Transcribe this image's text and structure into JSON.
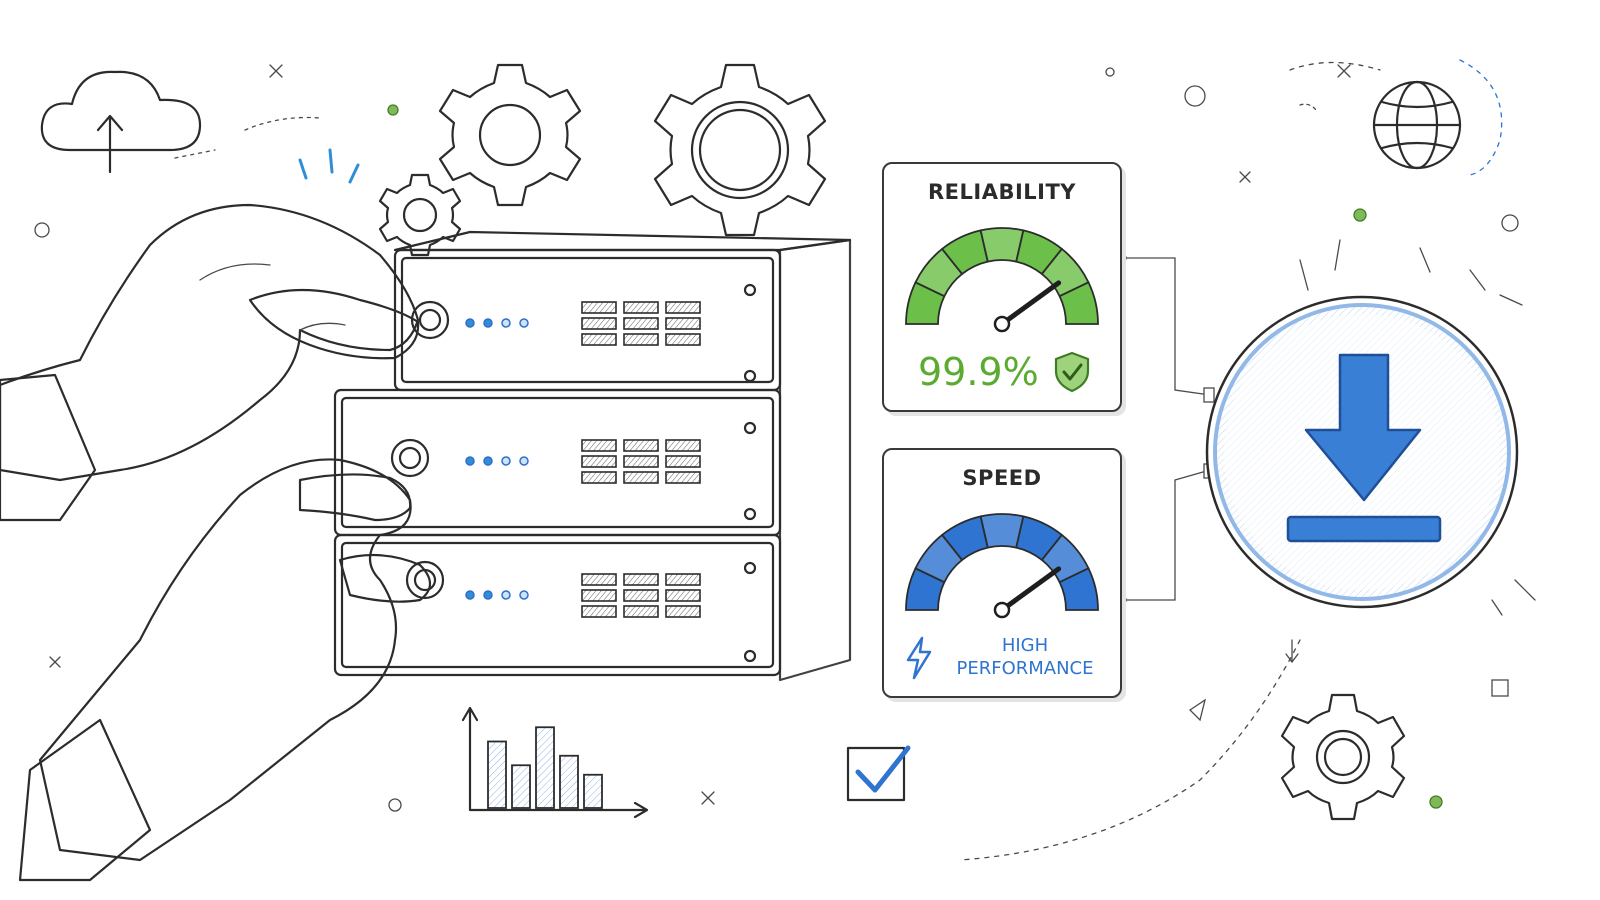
{
  "reliability": {
    "title": "RELIABILITY",
    "value": "99.9%",
    "gauge_level": 0.8,
    "color": "#6cc04a",
    "badge_icon": "shield-check-icon"
  },
  "speed": {
    "title": "SPEED",
    "label_line1": "HIGH",
    "label_line2": "PERFORMANCE",
    "gauge_level": 0.8,
    "color": "#2f74d0",
    "badge_icon": "lightning-icon"
  },
  "download": {
    "icon": "download-icon",
    "color": "#3a7fd6"
  },
  "bar_chart": {
    "values": [
      7,
      4.5,
      8.5,
      5.5,
      3.5
    ]
  },
  "icons": {
    "cloud": "cloud-upload-icon",
    "globe": "globe-icon",
    "checkbox": "checkbox-checked-icon",
    "gear": "gear-icon"
  }
}
